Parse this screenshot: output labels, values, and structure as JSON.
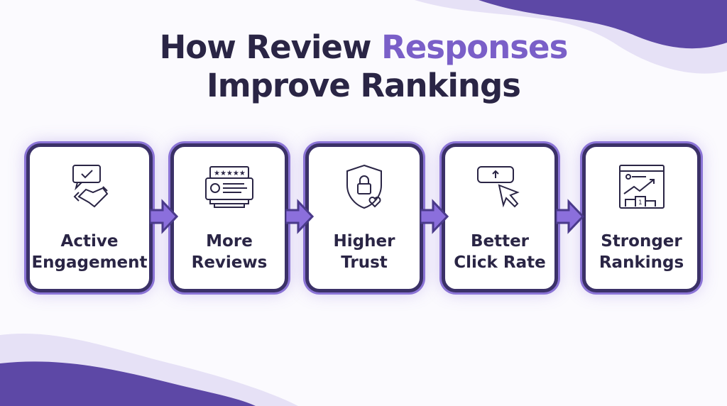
{
  "title": {
    "part1": "How Review ",
    "part2": "Responses",
    "part3": "Improve Rankings"
  },
  "steps": [
    {
      "line1": "Active",
      "line2": "Engagement",
      "icon": "handshake-chat-check-icon"
    },
    {
      "line1": "More",
      "line2": "Reviews",
      "icon": "review-card-stars-icon"
    },
    {
      "line1": "Higher",
      "line2": "Trust",
      "icon": "shield-lock-heart-icon"
    },
    {
      "line1": "Better",
      "line2": "Click Rate",
      "icon": "cursor-click-icon"
    },
    {
      "line1": "Stronger",
      "line2": "Rankings",
      "icon": "ranking-chart-podium-icon"
    }
  ],
  "colors": {
    "dark": "#2a2545",
    "accent": "#7a5fc8",
    "border": "#3b3168"
  }
}
